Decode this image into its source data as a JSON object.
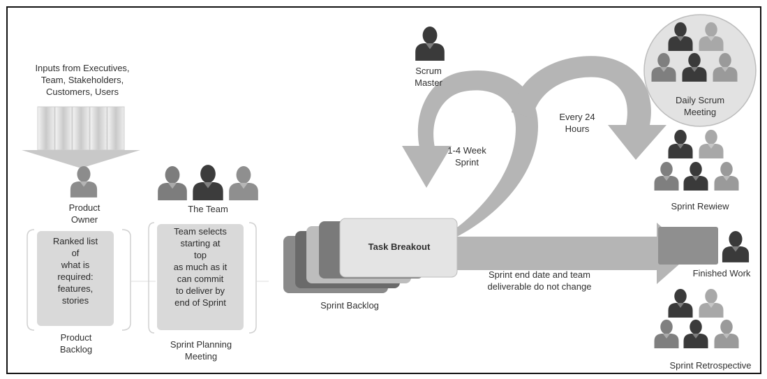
{
  "inputs": {
    "lines": [
      "Inputs from Executives,",
      "Team, Stakeholders,",
      "Customers, Users"
    ]
  },
  "product_owner": {
    "lines": [
      "Product",
      "Owner"
    ]
  },
  "ranked_list": {
    "lines": [
      "Ranked list",
      "of",
      "what is",
      "required:",
      "features,",
      "stories"
    ]
  },
  "product_backlog": {
    "lines": [
      "Product",
      "Backlog"
    ]
  },
  "the_team": {
    "label": "The Team"
  },
  "team_selects": {
    "lines": [
      "Team selects",
      "starting at",
      "top",
      "as much as it",
      "can commit",
      "to deliver by",
      "end of Sprint"
    ]
  },
  "sprint_planning": {
    "lines": [
      "Sprint Planning",
      "Meeting"
    ]
  },
  "task_breakout": {
    "label": "Task Breakout"
  },
  "sprint_backlog": {
    "label": "Sprint Backlog"
  },
  "scrum_master": {
    "lines": [
      "Scrum",
      "Master"
    ]
  },
  "week_sprint": {
    "lines": [
      "1-4 Week",
      "Sprint"
    ]
  },
  "every_24": {
    "lines": [
      "Every 24",
      "Hours"
    ]
  },
  "daily_scrum": {
    "lines": [
      "Daily Scrum",
      "Meeting"
    ]
  },
  "sprint_review": {
    "label": "Sprint Rewiew"
  },
  "sprint_end": {
    "lines": [
      "Sprint end date and team",
      "deliverable do not change"
    ]
  },
  "finished_work": {
    "label": "Finished Work"
  },
  "sprint_retro": {
    "label": "Sprint Retrospective"
  },
  "colors": {
    "arrow_gray": "#b3b3b3",
    "person_dark": "#3e3e3e",
    "person_mid": "#8a8a8a",
    "person_light": "#b9b9b9",
    "box_fill": "#d9d9d9",
    "circle_fill": "#e3e3e3"
  }
}
